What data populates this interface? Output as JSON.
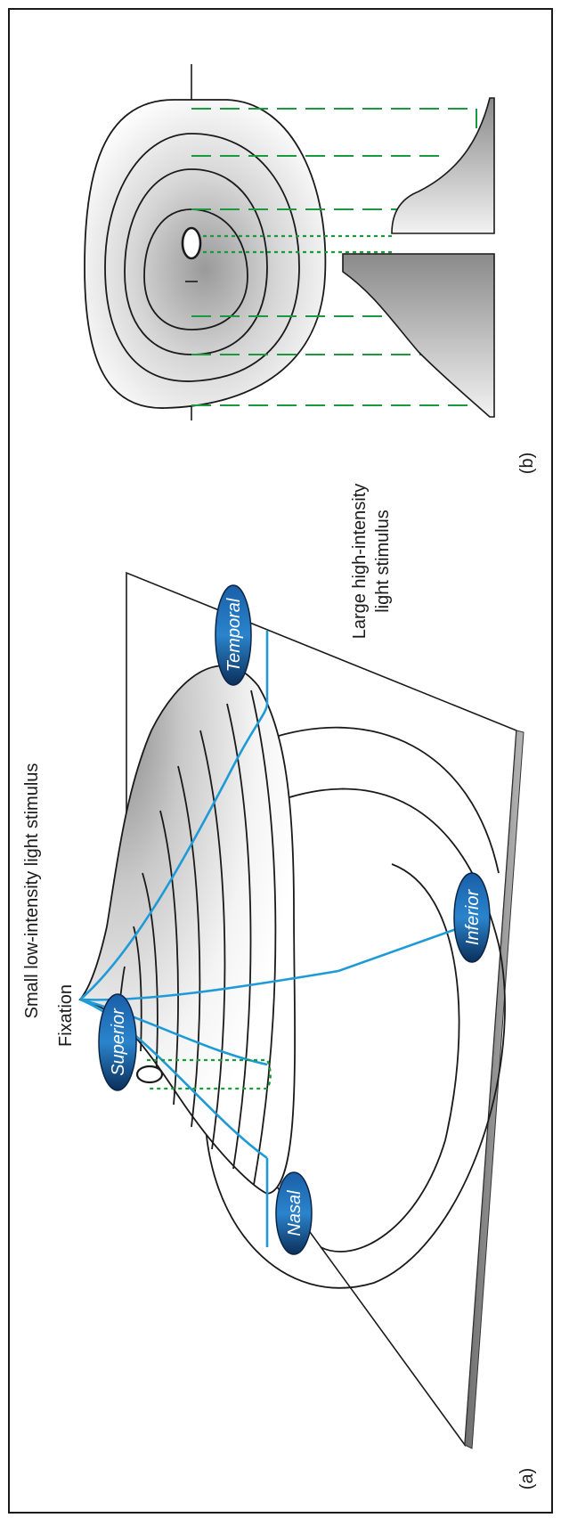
{
  "panel_a": {
    "label": "(a)",
    "fixation_label": "Fixation",
    "small_stimulus_label": "Small low-intensity light stimulus",
    "large_stimulus_label_line1": "Large high-intensity",
    "large_stimulus_label_line2": "light stimulus",
    "direction_badges": {
      "nasal": "Nasal",
      "superior": "Superior",
      "temporal": "Temporal",
      "inferior": "Inferior"
    }
  },
  "panel_b": {
    "label": "(b)"
  },
  "colors": {
    "meridian_blue": "#1e9bd7",
    "badge_blue": "#2a84cc",
    "projection_green": "#1a9a3c",
    "outline": "#1a1a1a"
  }
}
